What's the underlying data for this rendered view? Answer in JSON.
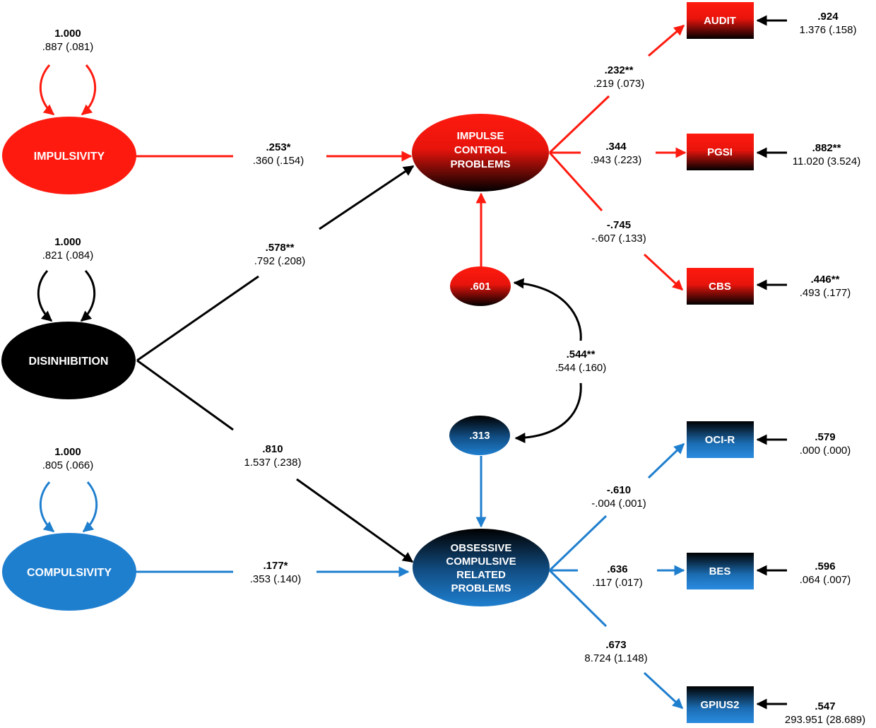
{
  "colors": {
    "red": "#ff1a0f",
    "blue": "#1f7fcf",
    "black": "#000000"
  },
  "latent": {
    "impulsivity": {
      "label": "IMPULSIVITY",
      "var_std": "1.000",
      "var_unstd": ".887 (.081)"
    },
    "disinhibition": {
      "label": "DISINHIBITION",
      "var_std": "1.000",
      "var_unstd": ".821 (.084)"
    },
    "compulsivity": {
      "label": "COMPULSIVITY",
      "var_std": "1.000",
      "var_unstd": ".805 (.066)"
    }
  },
  "outcomes": {
    "icp": {
      "lines": [
        "IMPULSE",
        "CONTROL",
        "PROBLEMS"
      ]
    },
    "ocrp": {
      "lines": [
        "OBSESSIVE",
        "COMPULSIVE",
        "RELATED",
        "PROBLEMS"
      ]
    }
  },
  "residuals": {
    "icp": ".601",
    "ocrp": ".313",
    "covariance_std": ".544**",
    "covariance_unstd": ".544 (.160)"
  },
  "paths": {
    "imp_icp": {
      "std": ".253*",
      "unstd": ".360 (.154)"
    },
    "dis_icp": {
      "std": ".578**",
      "unstd": ".792 (.208)"
    },
    "dis_ocrp": {
      "std": ".810",
      "unstd": "1.537 (.238)"
    },
    "comp_ocrp": {
      "std": ".177*",
      "unstd": ".353 (.140)"
    }
  },
  "indicators": {
    "audit": {
      "label": "AUDIT",
      "load_std": ".232**",
      "load_unstd": ".219 (.073)",
      "err_std": ".924",
      "err_unstd": "1.376 (.158)"
    },
    "pgsi": {
      "label": "PGSI",
      "load_std": ".344",
      "load_unstd": ".943 (.223)",
      "err_std": ".882**",
      "err_unstd": "11.020 (3.524)"
    },
    "cbs": {
      "label": "CBS",
      "load_std": "-.745",
      "load_unstd": "-.607 (.133)",
      "err_std": ".446**",
      "err_unstd": ".493 (.177)"
    },
    "ocir": {
      "label": "OCI-R",
      "load_std": "-.610",
      "load_unstd": "-.004 (.001)",
      "err_std": ".579",
      "err_unstd": ".000 (.000)"
    },
    "bes": {
      "label": "BES",
      "load_std": ".636",
      "load_unstd": ".117 (.017)",
      "err_std": ".596",
      "err_unstd": ".064 (.007)"
    },
    "gpius2": {
      "label": "GPIUS2",
      "load_std": ".673",
      "load_unstd": "8.724 (1.148)",
      "err_std": ".547",
      "err_unstd": "293.951 (28.689)"
    }
  }
}
